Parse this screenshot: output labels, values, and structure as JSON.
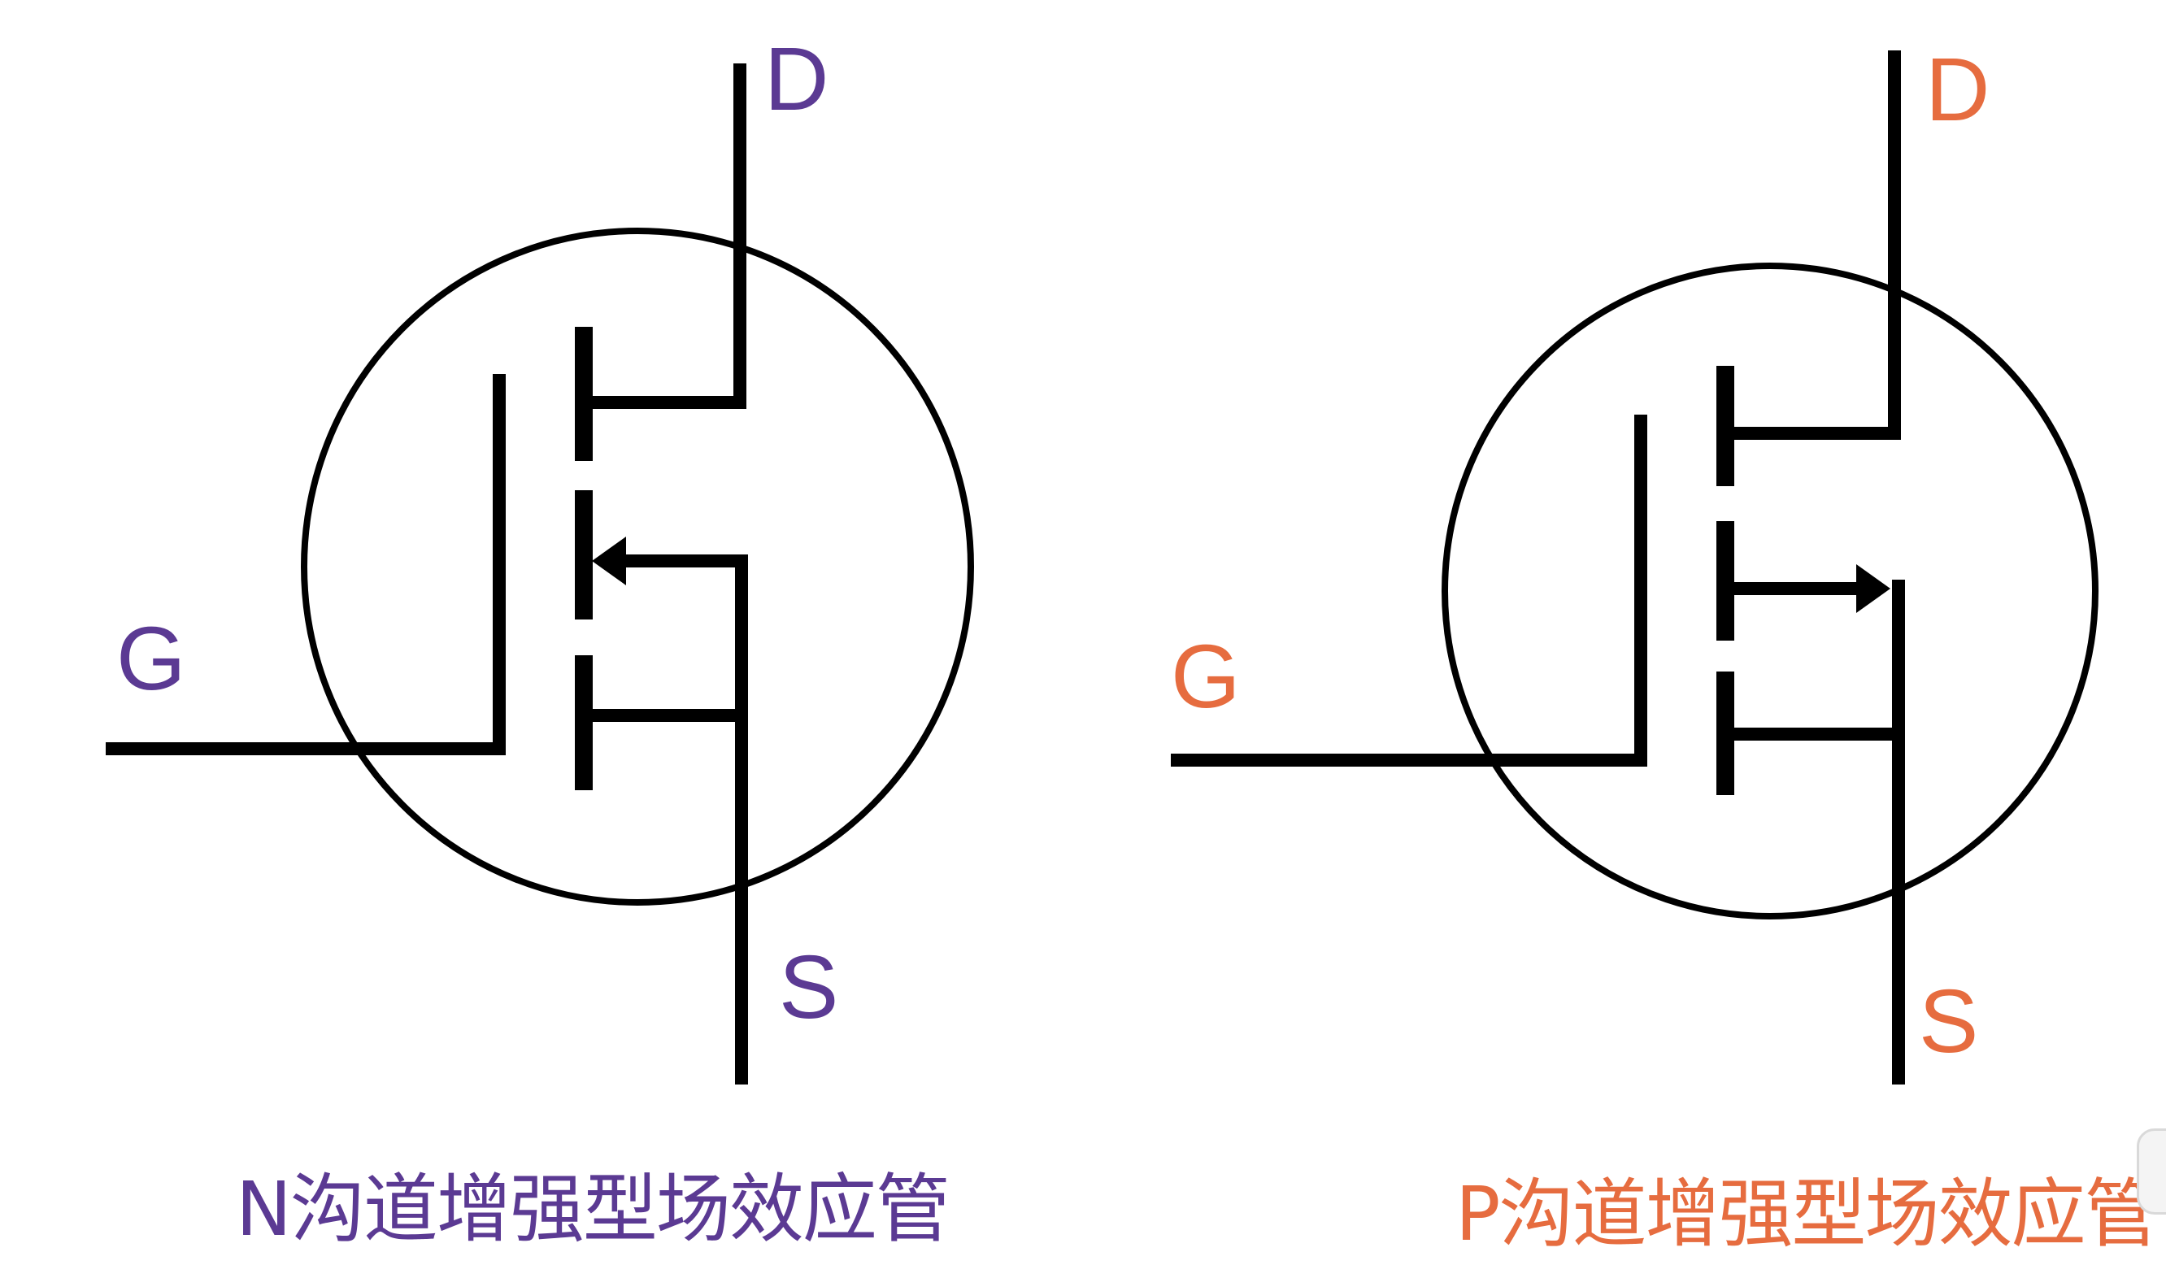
{
  "diagrams": [
    {
      "id": "n-channel",
      "color": "#5b3a93",
      "labels": {
        "drain": "D",
        "gate": "G",
        "source": "S"
      },
      "arrow_direction": "toward-channel",
      "caption": "N沟道增强型场效应管"
    },
    {
      "id": "p-channel",
      "color": "#e66c3f",
      "labels": {
        "drain": "D",
        "gate": "G",
        "source": "S"
      },
      "arrow_direction": "away-from-channel",
      "caption": "P沟道增强型场效应管"
    }
  ]
}
